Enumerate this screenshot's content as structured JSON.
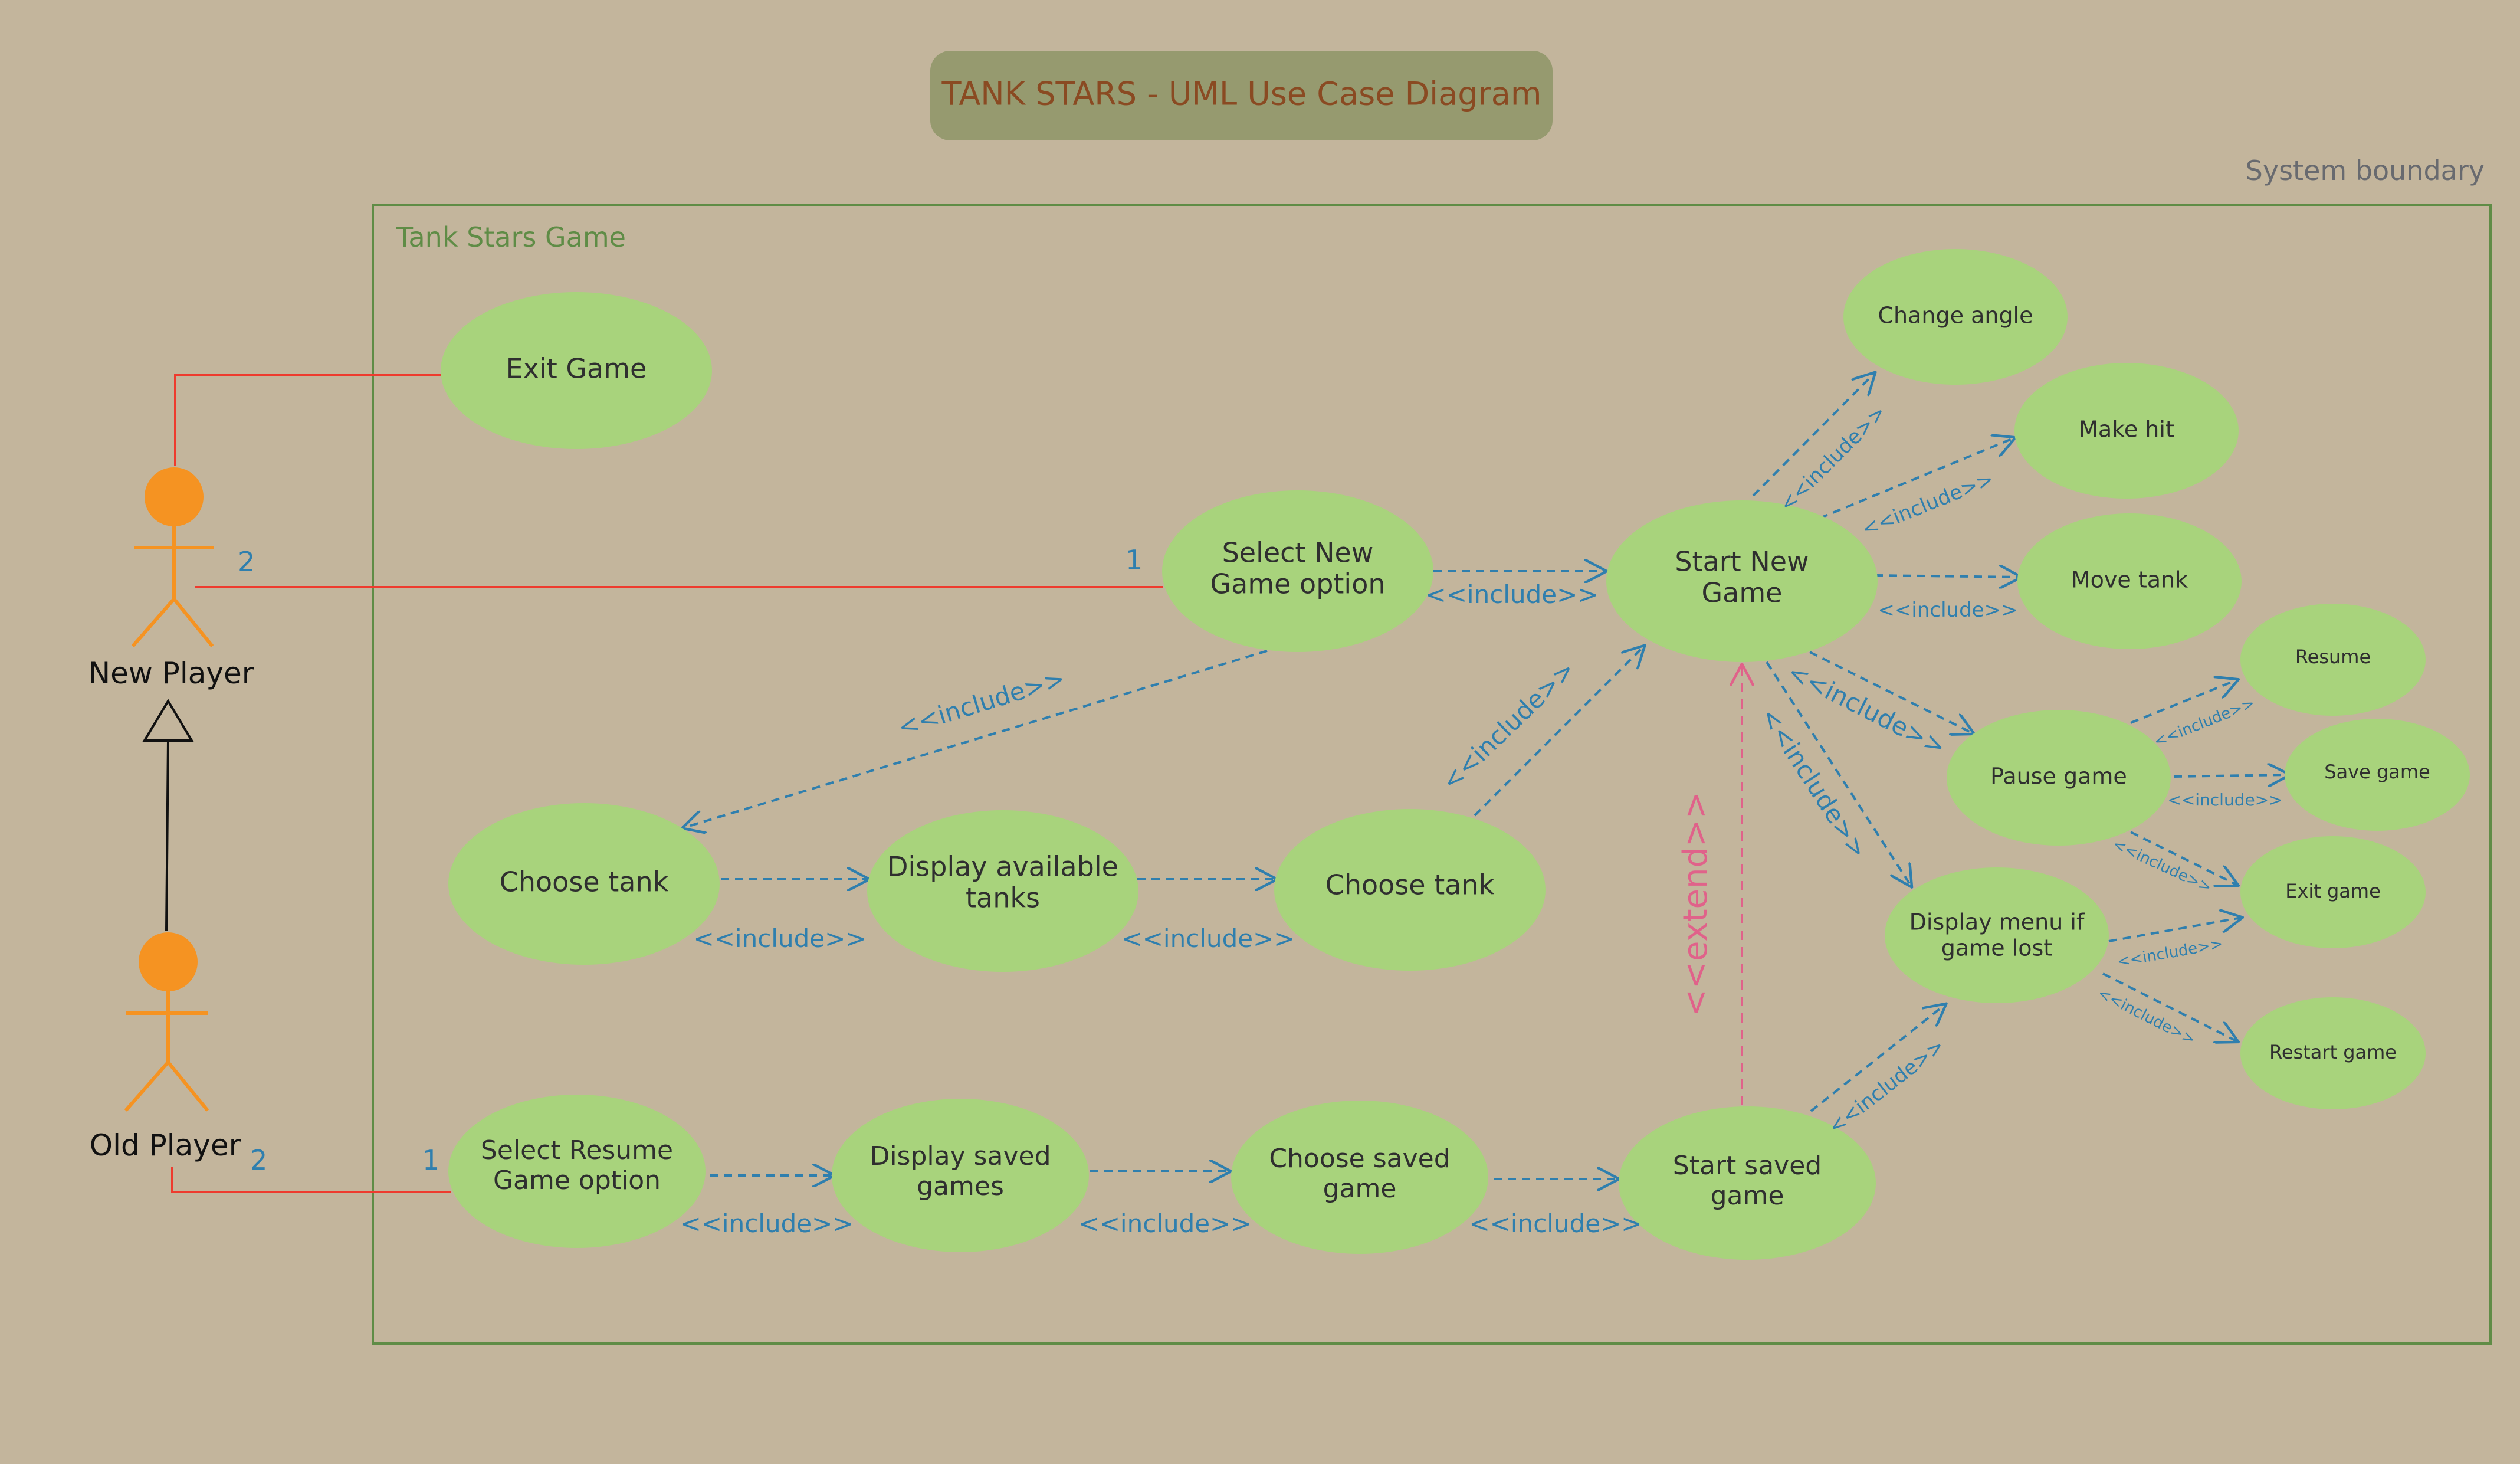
{
  "title": "TANK STARS - UML Use Case Diagram",
  "system_boundary_label": "System boundary",
  "system_name": "Tank Stars Game",
  "colors": {
    "background": "#c3b59c",
    "title_box": "#969a6f",
    "title_text": "#8a4a22",
    "boundary": "#5f8c46",
    "usecase_fill": "#a8d37c",
    "actor": "#f59322",
    "association": "#ee3b2e",
    "include": "#2f7fae",
    "extend": "#e0628a"
  },
  "actors": {
    "new_player": "New Player",
    "old_player": "Old Player"
  },
  "multiplicities": {
    "new_player_end": "2",
    "select_new_end": "1",
    "old_player_end": "2",
    "select_resume_end": "1"
  },
  "use_cases": {
    "exit_game": "Exit Game",
    "select_new_game": [
      "Select New",
      "Game option"
    ],
    "start_new_game": [
      "Start New",
      "Game"
    ],
    "change_angle": "Change angle",
    "make_hit": "Make hit",
    "move_tank": "Move tank",
    "pause_game": "Pause game",
    "resume": "Resume",
    "save_game": "Save game",
    "exit_game_small": "Exit game",
    "restart_game": "Restart game",
    "display_menu": [
      "Display menu if",
      "game lost"
    ],
    "choose_tank_1": "Choose tank",
    "display_tanks": [
      "Display available",
      "tanks"
    ],
    "choose_tank_2": "Choose tank",
    "select_resume": [
      "Select Resume",
      "Game option"
    ],
    "display_saved": [
      "Display saved",
      "games"
    ],
    "choose_saved": [
      "Choose saved",
      "game"
    ],
    "start_saved": [
      "Start saved",
      "game"
    ]
  },
  "stereotypes": {
    "include": "<<include>>",
    "extend": "<<extend>>"
  }
}
